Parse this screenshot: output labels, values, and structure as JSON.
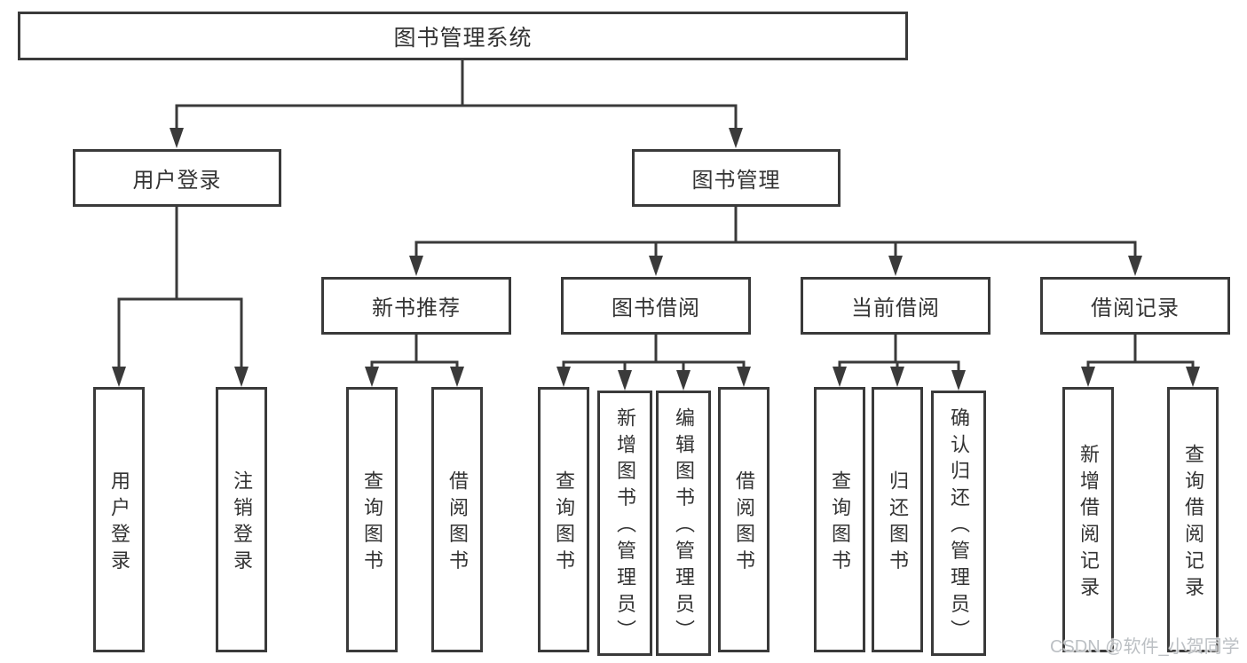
{
  "diagram": {
    "root": {
      "label": "图书管理系统"
    },
    "level2": [
      {
        "label": "用户登录"
      },
      {
        "label": "图书管理"
      }
    ],
    "level3": [
      {
        "parent": "图书管理",
        "label": "新书推荐"
      },
      {
        "parent": "图书管理",
        "label": "图书借阅"
      },
      {
        "parent": "图书管理",
        "label": "当前借阅"
      },
      {
        "parent": "图书管理",
        "label": "借阅记录"
      }
    ],
    "leaves": [
      {
        "parent": "用户登录",
        "label": "用户登录"
      },
      {
        "parent": "用户登录",
        "label": "注销登录"
      },
      {
        "parent": "新书推荐",
        "label": "查询图书"
      },
      {
        "parent": "新书推荐",
        "label": "借阅图书"
      },
      {
        "parent": "图书借阅",
        "label": "查询图书"
      },
      {
        "parent": "图书借阅",
        "label": "新增图书（管理员）"
      },
      {
        "parent": "图书借阅",
        "label": "编辑图书（管理员）"
      },
      {
        "parent": "图书借阅",
        "label": "借阅图书"
      },
      {
        "parent": "当前借阅",
        "label": "查询图书"
      },
      {
        "parent": "当前借阅",
        "label": "归还图书"
      },
      {
        "parent": "当前借阅",
        "label": "确认归还（管理员）"
      },
      {
        "parent": "借阅记录",
        "label": "新增借阅记录"
      },
      {
        "parent": "借阅记录",
        "label": "查询借阅记录"
      }
    ],
    "watermark": "CSDN @软件_小贺同学",
    "colors": {
      "line": "#3a3a3a",
      "text": "#333333",
      "watermark": "#bcc0c4",
      "background": "#ffffff"
    }
  }
}
